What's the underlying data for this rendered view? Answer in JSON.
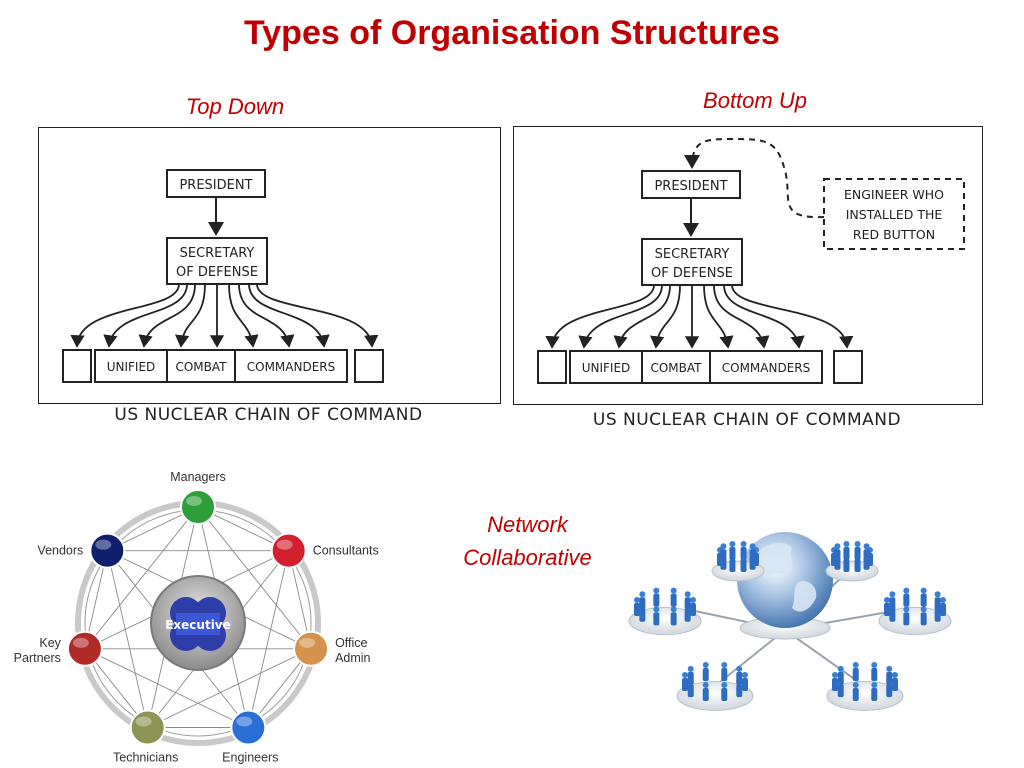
{
  "title": "Types of Organisation Structures",
  "top_down": {
    "label": "Top Down",
    "president": "PRESIDENT",
    "secretary_line1": "SECRETARY",
    "secretary_line2": "OF DEFENSE",
    "commanders": [
      "UNIFIED",
      "COMBAT",
      "COMMANDERS"
    ],
    "caption": "US NUCLEAR CHAIN OF COMMAND"
  },
  "bottom_up": {
    "label": "Bottom Up",
    "president": "PRESIDENT",
    "secretary_line1": "SECRETARY",
    "secretary_line2": "OF DEFENSE",
    "commanders": [
      "UNIFIED",
      "COMBAT",
      "COMMANDERS"
    ],
    "engineer_line1": "ENGINEER WHO",
    "engineer_line2": "INSTALLED THE",
    "engineer_line3": "RED BUTTON",
    "caption": "US NUCLEAR CHAIN OF COMMAND"
  },
  "network": {
    "label_line1": "Network",
    "label_line2": "Collaborative",
    "center": "Executive",
    "nodes": [
      {
        "label": "Managers",
        "color": "#2e9e3a"
      },
      {
        "label": "Consultants",
        "color": "#d41f2e"
      },
      {
        "label": "Office",
        "label2": "Admin",
        "color": "#d4924a"
      },
      {
        "label": "Engineers",
        "color": "#2a6fd6"
      },
      {
        "label": "Technicians",
        "color": "#8e9456"
      },
      {
        "label": "Key",
        "label2": "Partners",
        "color": "#b12a2a"
      },
      {
        "label": "Vendors",
        "color": "#0f1f6e"
      }
    ]
  },
  "colors": {
    "accent": "#c00000"
  }
}
